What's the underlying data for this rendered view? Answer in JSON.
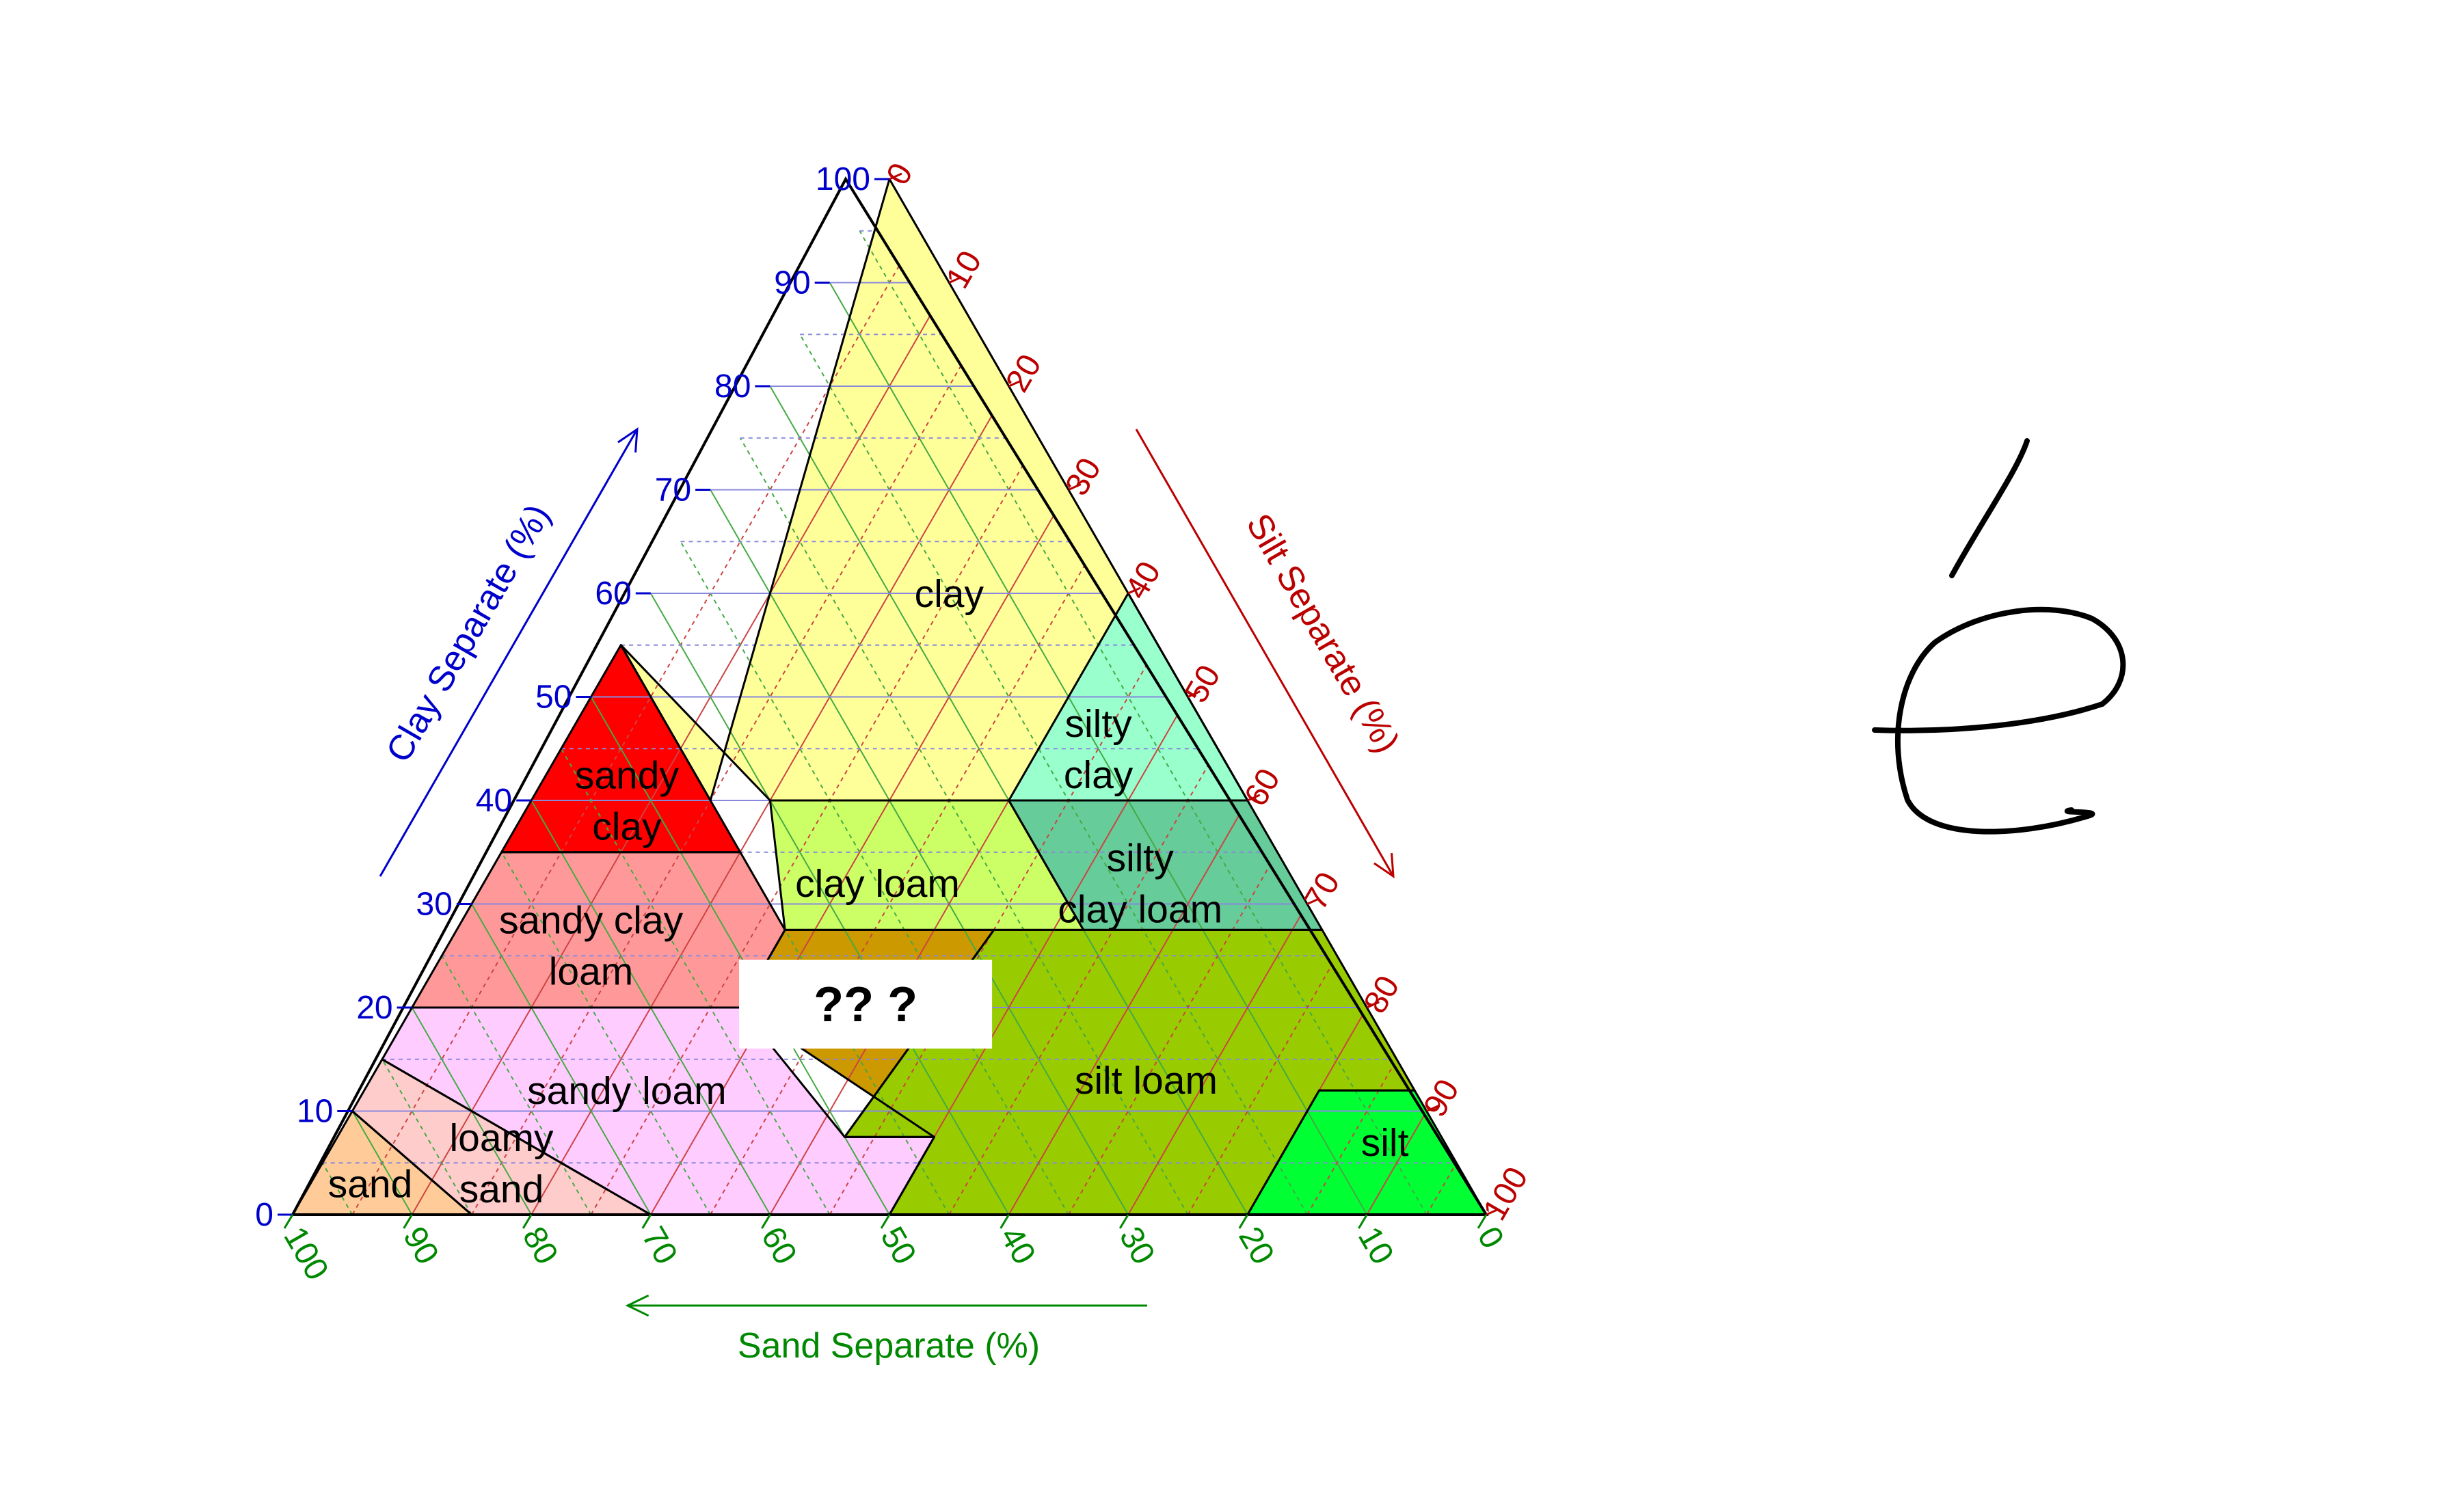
{
  "axes": {
    "clay": {
      "title": "Clay Separate (%)",
      "color": "#0000cc",
      "ticks": [
        "0",
        "10",
        "20",
        "30",
        "40",
        "50",
        "60",
        "70",
        "80",
        "90",
        "100"
      ]
    },
    "silt": {
      "title": "Silt Separate (%)",
      "color": "#bb0000",
      "ticks": [
        "0",
        "10",
        "20",
        "30",
        "40",
        "50",
        "60",
        "70",
        "80",
        "90",
        "100"
      ]
    },
    "sand": {
      "title": "Sand Separate (%)",
      "color": "#008800",
      "ticks": [
        "100",
        "90",
        "80",
        "70",
        "60",
        "50",
        "40",
        "30",
        "20",
        "10",
        "0"
      ]
    }
  },
  "grid": {
    "clay_color": "#8888dd",
    "silt_color": "#cc4444",
    "sand_color": "#44aa44"
  },
  "regions": [
    {
      "id": "clay",
      "label_lines": [
        "clay"
      ],
      "fill": "#ffff99",
      "points": [
        [
          100,
          0
        ],
        [
          40,
          15
        ],
        [
          55,
          0
        ],
        [
          40,
          20
        ],
        [
          40,
          40
        ],
        [
          40,
          60
        ]
      ],
      "label_at": [
        60,
        25
      ]
    },
    {
      "id": "sandy-clay",
      "label_lines": [
        "sandy",
        "clay"
      ],
      "fill": "#ff0000",
      "points": [
        [
          55,
          0
        ],
        [
          35,
          0
        ],
        [
          35,
          20
        ]
      ],
      "label_at": [
        40,
        8
      ]
    },
    {
      "id": "silty-clay",
      "label_lines": [
        "silty",
        "clay"
      ],
      "fill": "#99ffcc",
      "points": [
        [
          60,
          40
        ],
        [
          40,
          60
        ],
        [
          40,
          40
        ]
      ],
      "label_at": [
        45,
        45
      ]
    },
    {
      "id": "clay-loam",
      "label_lines": [
        "clay loam"
      ],
      "fill": "#ccff66",
      "points": [
        [
          40,
          20
        ],
        [
          40,
          40
        ],
        [
          27.5,
          52.5
        ],
        [
          27.5,
          27.5
        ],
        [
          40,
          20
        ]
      ],
      "label_at": [
        32,
        33
      ]
    },
    {
      "id": "silty-clay-loam",
      "label_lines": [
        "silty",
        "clay loam"
      ],
      "fill": "#66cc99",
      "points": [
        [
          40,
          40
        ],
        [
          40,
          60
        ],
        [
          27.5,
          72.5
        ],
        [
          27.5,
          52.5
        ]
      ],
      "label_at": [
        32,
        55
      ]
    },
    {
      "id": "sandy-clay-loam",
      "label_lines": [
        "sandy clay",
        "loam"
      ],
      "fill": "#ff9999",
      "points": [
        [
          35,
          0
        ],
        [
          35,
          20
        ],
        [
          27.5,
          27.5
        ],
        [
          20,
          27.5
        ],
        [
          20,
          0
        ]
      ],
      "label_at": [
        26,
        12
      ]
    },
    {
      "id": "unknown",
      "label_lines": [
        "??  ?"
      ],
      "fill": "#cc9900",
      "points": [
        [
          27.5,
          27.5
        ],
        [
          27.5,
          45
        ],
        [
          7.5,
          42.5
        ],
        [
          7.5,
          50
        ],
        [
          20,
          27.5
        ]
      ],
      "label_at": [
        20,
        38
      ]
    },
    {
      "id": "silt-loam",
      "label_lines": [
        "silt loam"
      ],
      "fill": "#99cc00",
      "points": [
        [
          27.5,
          45
        ],
        [
          27.5,
          72.5
        ],
        [
          12,
          88
        ],
        [
          12,
          80
        ],
        [
          0,
          80
        ],
        [
          0,
          50
        ],
        [
          7.5,
          50
        ],
        [
          7.5,
          42.5
        ]
      ],
      "label_at": [
        13,
        65
      ]
    },
    {
      "id": "silt",
      "label_lines": [
        "silt"
      ],
      "fill": "#00ff33",
      "points": [
        [
          12,
          80
        ],
        [
          12,
          88
        ],
        [
          0,
          100
        ],
        [
          0,
          80
        ]
      ],
      "label_at": [
        7,
        88
      ]
    },
    {
      "id": "sandy-loam",
      "label_lines": [
        "sandy loam"
      ],
      "fill": "#ffccff",
      "points": [
        [
          20,
          0
        ],
        [
          20,
          27.5
        ],
        [
          7.5,
          42.5
        ],
        [
          7.5,
          50
        ],
        [
          0,
          50
        ],
        [
          0,
          30
        ],
        [
          10,
          10
        ],
        [
          15,
          0
        ]
      ],
      "label_at": [
        12,
        22
      ]
    },
    {
      "id": "loamy-sand",
      "label_lines": [
        "loamy",
        "sand"
      ],
      "fill": "#ffcccc",
      "points": [
        [
          15,
          0
        ],
        [
          10,
          10
        ],
        [
          0,
          30
        ],
        [
          0,
          15
        ],
        [
          10,
          0
        ]
      ],
      "label_at": [
        5,
        15
      ]
    },
    {
      "id": "sand",
      "label_lines": [
        "sand"
      ],
      "fill": "#ffcc99",
      "points": [
        [
          10,
          0
        ],
        [
          0,
          15
        ],
        [
          0,
          0
        ]
      ],
      "label_at": [
        3,
        5
      ]
    }
  ]
}
